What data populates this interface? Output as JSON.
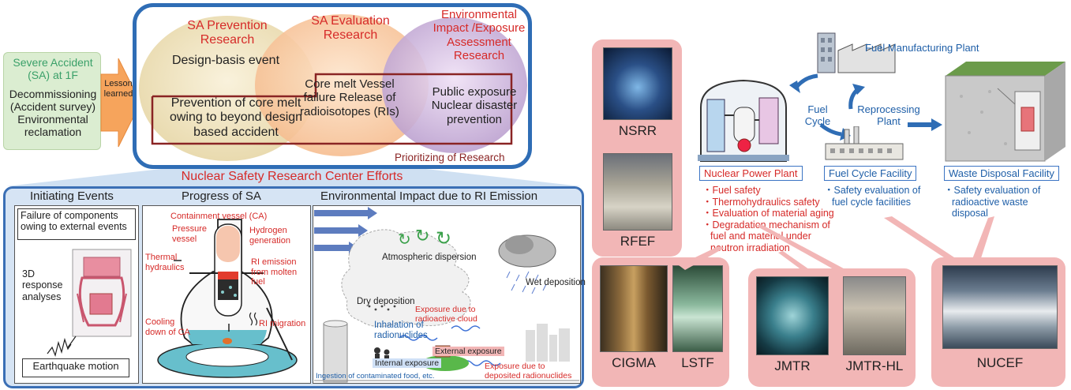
{
  "left_diagram": {
    "start_box": {
      "title": "Severe Accident (SA) at 1F",
      "body": "Decommissioning (Accident survey) Environmental reclamation"
    },
    "arrow_label": "Lesson learned",
    "circles": [
      {
        "title": "SA Prevention Research",
        "body": "Design-basis event"
      },
      {
        "title": "SA Evaluation Research",
        "body": "Core melt Vessel failure Release of radioisotopes (RIs)"
      },
      {
        "title": "Environmental Impact /Exposure Assessment Research",
        "body": "Public exposure Nuclear disaster prevention"
      }
    ],
    "prevention_text": "Prevention of core melt owing to beyond design based accident",
    "prioritizing": "Prioritizing of Research",
    "center_title": "Nuclear Safety Research Center Efforts",
    "panels": {
      "initiating": {
        "title": "Initiating Events",
        "failure_text": "Failure of components owing to external events",
        "response_text": "3D response analyses",
        "quake_text": "Earthquake motion"
      },
      "progress": {
        "title": "Progress of SA",
        "labels": {
          "ca": "Containment vessel (CA)",
          "pressure": "Pressure vessel",
          "hydrogen": "Hydrogen generation",
          "thermal": "Thermal hydraulics",
          "ri_emission": "RI emission from molten fuel",
          "cooling": "Cooling down of CA",
          "ri_migration": "RI migration"
        }
      },
      "environment": {
        "title": "Environmental Impact due to RI Emission",
        "labels": {
          "atmospheric": "Atmospheric dispersion",
          "dry": "Dry deposition",
          "wet": "Wet deposition",
          "cloud": "Exposure due to radioactive cloud",
          "inhalation": "Inhalation of radionuclides",
          "external": "External exposure",
          "internal": "Internal exposure",
          "deposited": "Exposure due to deposited radionuclides",
          "ingestion": "Ingestion of contaminated food, etc."
        }
      }
    }
  },
  "right_diagram": {
    "facilities": {
      "nsrr": "NSRR",
      "rfef": "RFEF",
      "cigma": "CIGMA",
      "lstf": "LSTF",
      "jmtr": "JMTR",
      "jmtr_hl": "JMTR-HL",
      "nucef": "NUCEF"
    },
    "fuel_manufacturing": "Fuel Manufacturing Plant",
    "fuel_cycle": "Fuel Cycle",
    "reprocessing": "Reprocessing Plant",
    "boxes": {
      "npp": {
        "title": "Nuclear Power Plant",
        "bullets": [
          "・Fuel safety",
          "・Thermohydraulics safety",
          "・Evaluation of material aging",
          "・Degradation mechanism of",
          "  fuel and material under",
          "  neutron irradiation"
        ]
      },
      "fcf": {
        "title": "Fuel Cycle Facility",
        "bullets": [
          "・Safety evaluation of",
          "  fuel cycle facilities"
        ]
      },
      "wdf": {
        "title": "Waste Disposal Facility",
        "bullets": [
          "・Safety evaluation of",
          "  radioactive waste",
          "  disposal"
        ]
      }
    }
  },
  "colors": {
    "accent_red": "#d62a28",
    "accent_blue": "#1f5fa8",
    "pink": "#f2b6b6",
    "frame_blue": "#3b6fb5"
  }
}
